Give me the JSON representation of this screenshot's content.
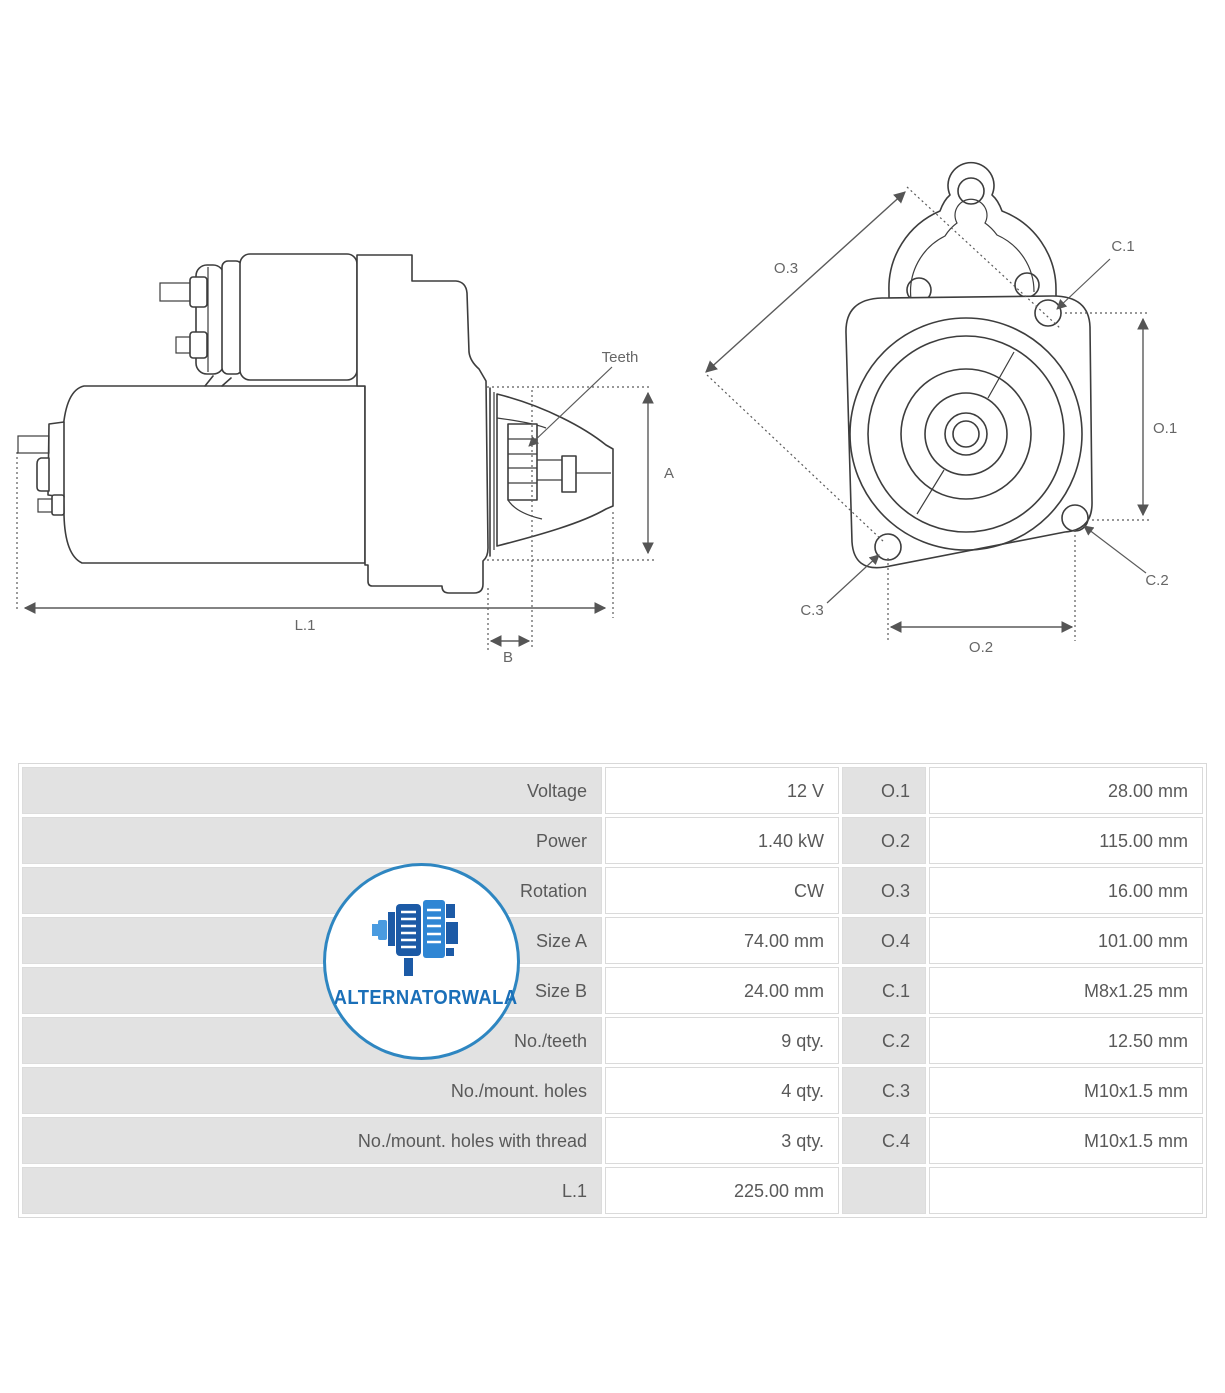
{
  "logo": {
    "text": "ALTERNATORWALA",
    "border_color": "#2e86c1",
    "text_color": "#1a6fb8"
  },
  "annotations": {
    "teeth": "Teeth",
    "a": "A",
    "b": "B",
    "l1": "L.1",
    "o1": "O.1",
    "o2": "O.2",
    "o3": "O.3",
    "c1": "C.1",
    "c2": "C.2",
    "c3": "C.3"
  },
  "table": {
    "rows": [
      {
        "label": "Voltage",
        "value": "12 V",
        "key": "O.1",
        "key_value": "28.00 mm"
      },
      {
        "label": "Power",
        "value": "1.40 kW",
        "key": "O.2",
        "key_value": "115.00 mm"
      },
      {
        "label": "Rotation",
        "value": "CW",
        "key": "O.3",
        "key_value": "16.00 mm"
      },
      {
        "label": "Size A",
        "value": "74.00 mm",
        "key": "O.4",
        "key_value": "101.00 mm"
      },
      {
        "label": "Size B",
        "value": "24.00 mm",
        "key": "C.1",
        "key_value": "M8x1.25 mm"
      },
      {
        "label": "No./teeth",
        "value": "9 qty.",
        "key": "C.2",
        "key_value": "12.50 mm"
      },
      {
        "label": "No./mount. holes",
        "value": "4 qty.",
        "key": "C.3",
        "key_value": "M10x1.5 mm"
      },
      {
        "label": "No./mount. holes with thread",
        "value": "3 qty.",
        "key": "C.4",
        "key_value": "M10x1.5 mm"
      },
      {
        "label": "L.1",
        "value": "225.00 mm",
        "key": "",
        "key_value": ""
      }
    ]
  }
}
